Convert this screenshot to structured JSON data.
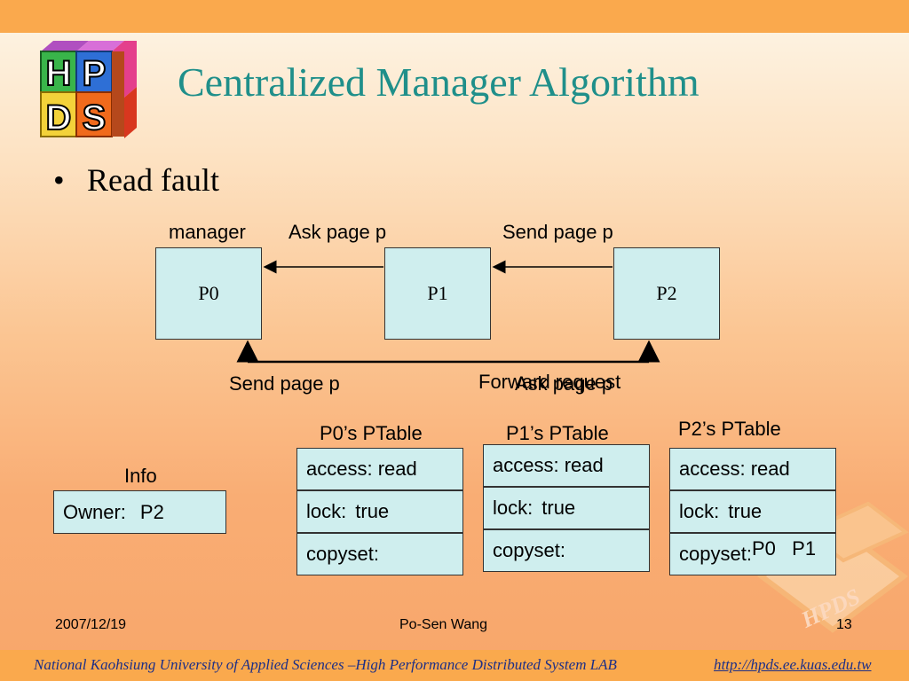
{
  "slide": {
    "title": "Centralized Manager Algorithm",
    "bullet": "Read fault",
    "logo_letters": [
      "H",
      "P",
      "D",
      "S"
    ],
    "watermark_text": "HPDS"
  },
  "diagram": {
    "manager_label": "manager",
    "top_labels": {
      "ask": "Ask page p",
      "send": "Send page p"
    },
    "processes": {
      "p0": "P0",
      "p1": "P1",
      "p2": "P2"
    },
    "bottom_labels": {
      "send": "Send page p",
      "forward": "Forward request",
      "ask": "Ask page p"
    }
  },
  "info": {
    "title": "Info",
    "owner_key": "Owner:",
    "owner_value": "P2"
  },
  "ptables": {
    "p0": {
      "title": "P0’s PTable",
      "access": "access: read",
      "lock_key": "lock:",
      "lock_val": "true",
      "copyset": "copyset:",
      "copyset_vals": ""
    },
    "p1": {
      "title": "P1’s PTable",
      "access": "access: read",
      "lock_key": "lock:",
      "lock_val": "true",
      "copyset": "copyset:",
      "copyset_vals": ""
    },
    "p2": {
      "title": "P2’s PTable",
      "access": "access: read",
      "lock_key": "lock:",
      "lock_val": "true",
      "copyset": "copyset:",
      "copyset_vals": "P0   P1"
    }
  },
  "footer": {
    "date": "2007/12/19",
    "author": "Po-Sen Wang",
    "page": "13",
    "institution": "National Kaohsiung University of  Applied Sciences –High Performance Distributed System LAB",
    "url": "http://hpds.ee.kuas.edu.tw"
  },
  "colors": {
    "title": "#1f8f8a",
    "box_fill": "#cfeeee",
    "bar": "#faa94d",
    "footer_text": "#1d2f87"
  }
}
